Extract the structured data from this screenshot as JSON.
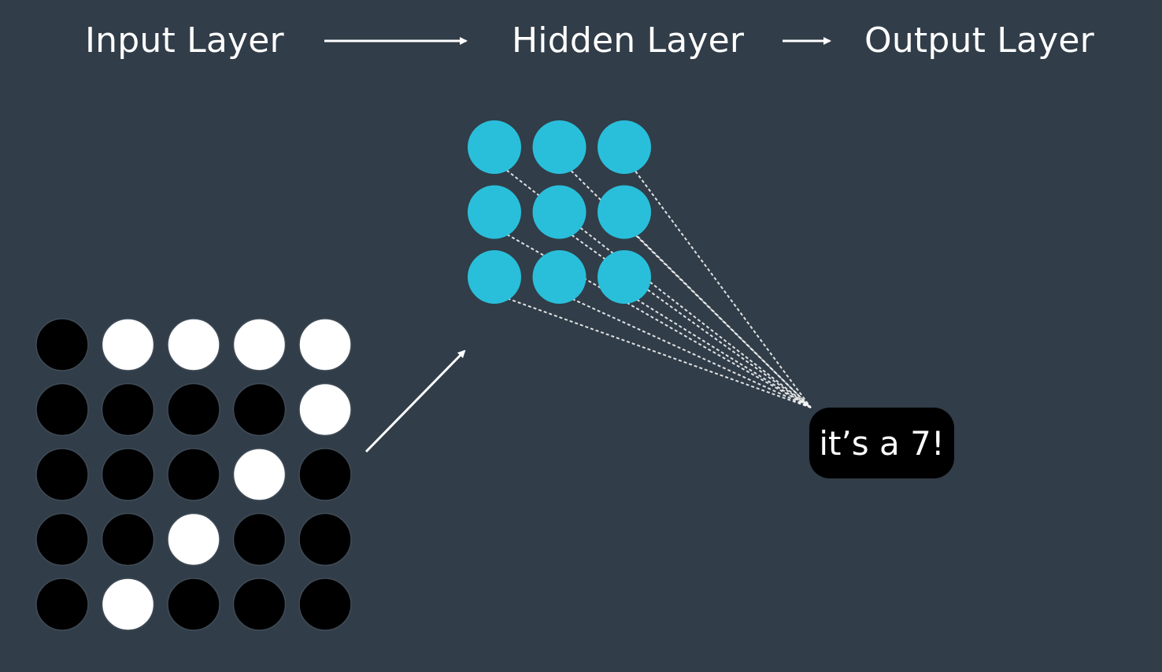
{
  "header": {
    "input_label": "Input Layer",
    "hidden_label": "Hidden Layer",
    "output_label": "Output Layer"
  },
  "input_grid": {
    "rows": 5,
    "cols": 5,
    "pixels": [
      [
        0,
        1,
        1,
        1,
        1
      ],
      [
        0,
        0,
        0,
        0,
        1
      ],
      [
        0,
        0,
        0,
        1,
        0
      ],
      [
        0,
        0,
        1,
        0,
        0
      ],
      [
        0,
        1,
        0,
        0,
        0
      ]
    ],
    "on_color": "#ffffff",
    "off_color": "#000000"
  },
  "hidden_grid": {
    "rows": 3,
    "cols": 3,
    "node_color": "#29bfdb"
  },
  "output": {
    "text": "it’s a 7!"
  },
  "colors": {
    "background": "#313d48",
    "arrow": "#ffffff",
    "connection": "#ffffff"
  }
}
